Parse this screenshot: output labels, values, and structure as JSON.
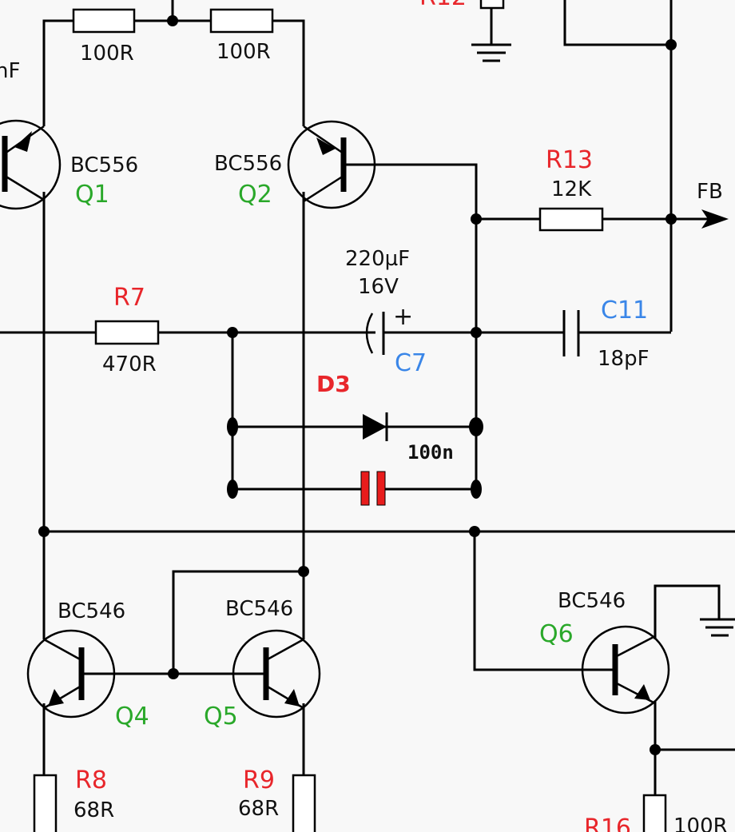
{
  "labels": {
    "r_top_left": "100R",
    "r_top_right": "100R",
    "cap_partial": "nF",
    "r12_partial": "R12",
    "q1_type": "BC556",
    "q1_ref": "Q1",
    "q2_type": "BC556",
    "q2_ref": "Q2",
    "r13_ref": "R13",
    "r13_val": "12K",
    "fb": "FB",
    "r7_ref": "R7",
    "r7_val": "470R",
    "c7_val1": "220µF",
    "c7_val2": "16V",
    "c7_plus": "+",
    "c7_ref": "C7",
    "c11_ref": "C11",
    "c11_val": "18pF",
    "d3_ref": "D3",
    "cap_100n": "100n",
    "q4_type": "BC546",
    "q4_ref": "Q4",
    "q5_type": "BC546",
    "q5_ref": "Q5",
    "q6_type": "BC546",
    "q6_ref": "Q6",
    "r8_ref": "R8",
    "r8_val": "68R",
    "r9_ref": "R9",
    "r9_val": "68R",
    "r16_ref": "R16",
    "r16_val": "100R"
  },
  "colors": {
    "wire": "#000000",
    "ref_red": "#e8262b",
    "ref_green": "#2aa82a",
    "ref_blue": "#3a86e8",
    "highlight_cap": "#e81c1c"
  }
}
